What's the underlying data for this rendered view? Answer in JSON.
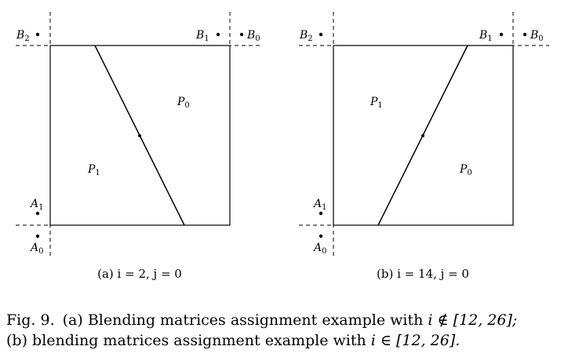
{
  "panels": [
    {
      "id": "a",
      "labels": {
        "b2": {
          "base": "B",
          "sub": "2"
        },
        "b1": {
          "base": "B",
          "sub": "1"
        },
        "b0": {
          "base": "B",
          "sub": "0"
        },
        "a1": {
          "base": "A",
          "sub": "1"
        },
        "a0": {
          "base": "A",
          "sub": "0"
        },
        "region_left": {
          "base": "P",
          "sub": "1"
        },
        "region_right": {
          "base": "P",
          "sub": "0"
        }
      },
      "caption": "(a) i = 2,  j = 0"
    },
    {
      "id": "b",
      "labels": {
        "b2": {
          "base": "B",
          "sub": "2"
        },
        "b1": {
          "base": "B",
          "sub": "1"
        },
        "b0": {
          "base": "B",
          "sub": "0"
        },
        "a1": {
          "base": "A",
          "sub": "1"
        },
        "a0": {
          "base": "A",
          "sub": "0"
        },
        "region_left": {
          "base": "P",
          "sub": "1"
        },
        "region_right": {
          "base": "P",
          "sub": "0"
        }
      },
      "caption": "(b) i = 14,  j = 0"
    }
  ],
  "caption": {
    "fig_num": "Fig. 9.",
    "line1_a": "(a) Blending matrices assignment example with ",
    "line1_math": "i ∉ [12, 26];",
    "line2_a": "(b) blending matrices assignment example with ",
    "line2_math": "i ∈ [12, 26]."
  }
}
